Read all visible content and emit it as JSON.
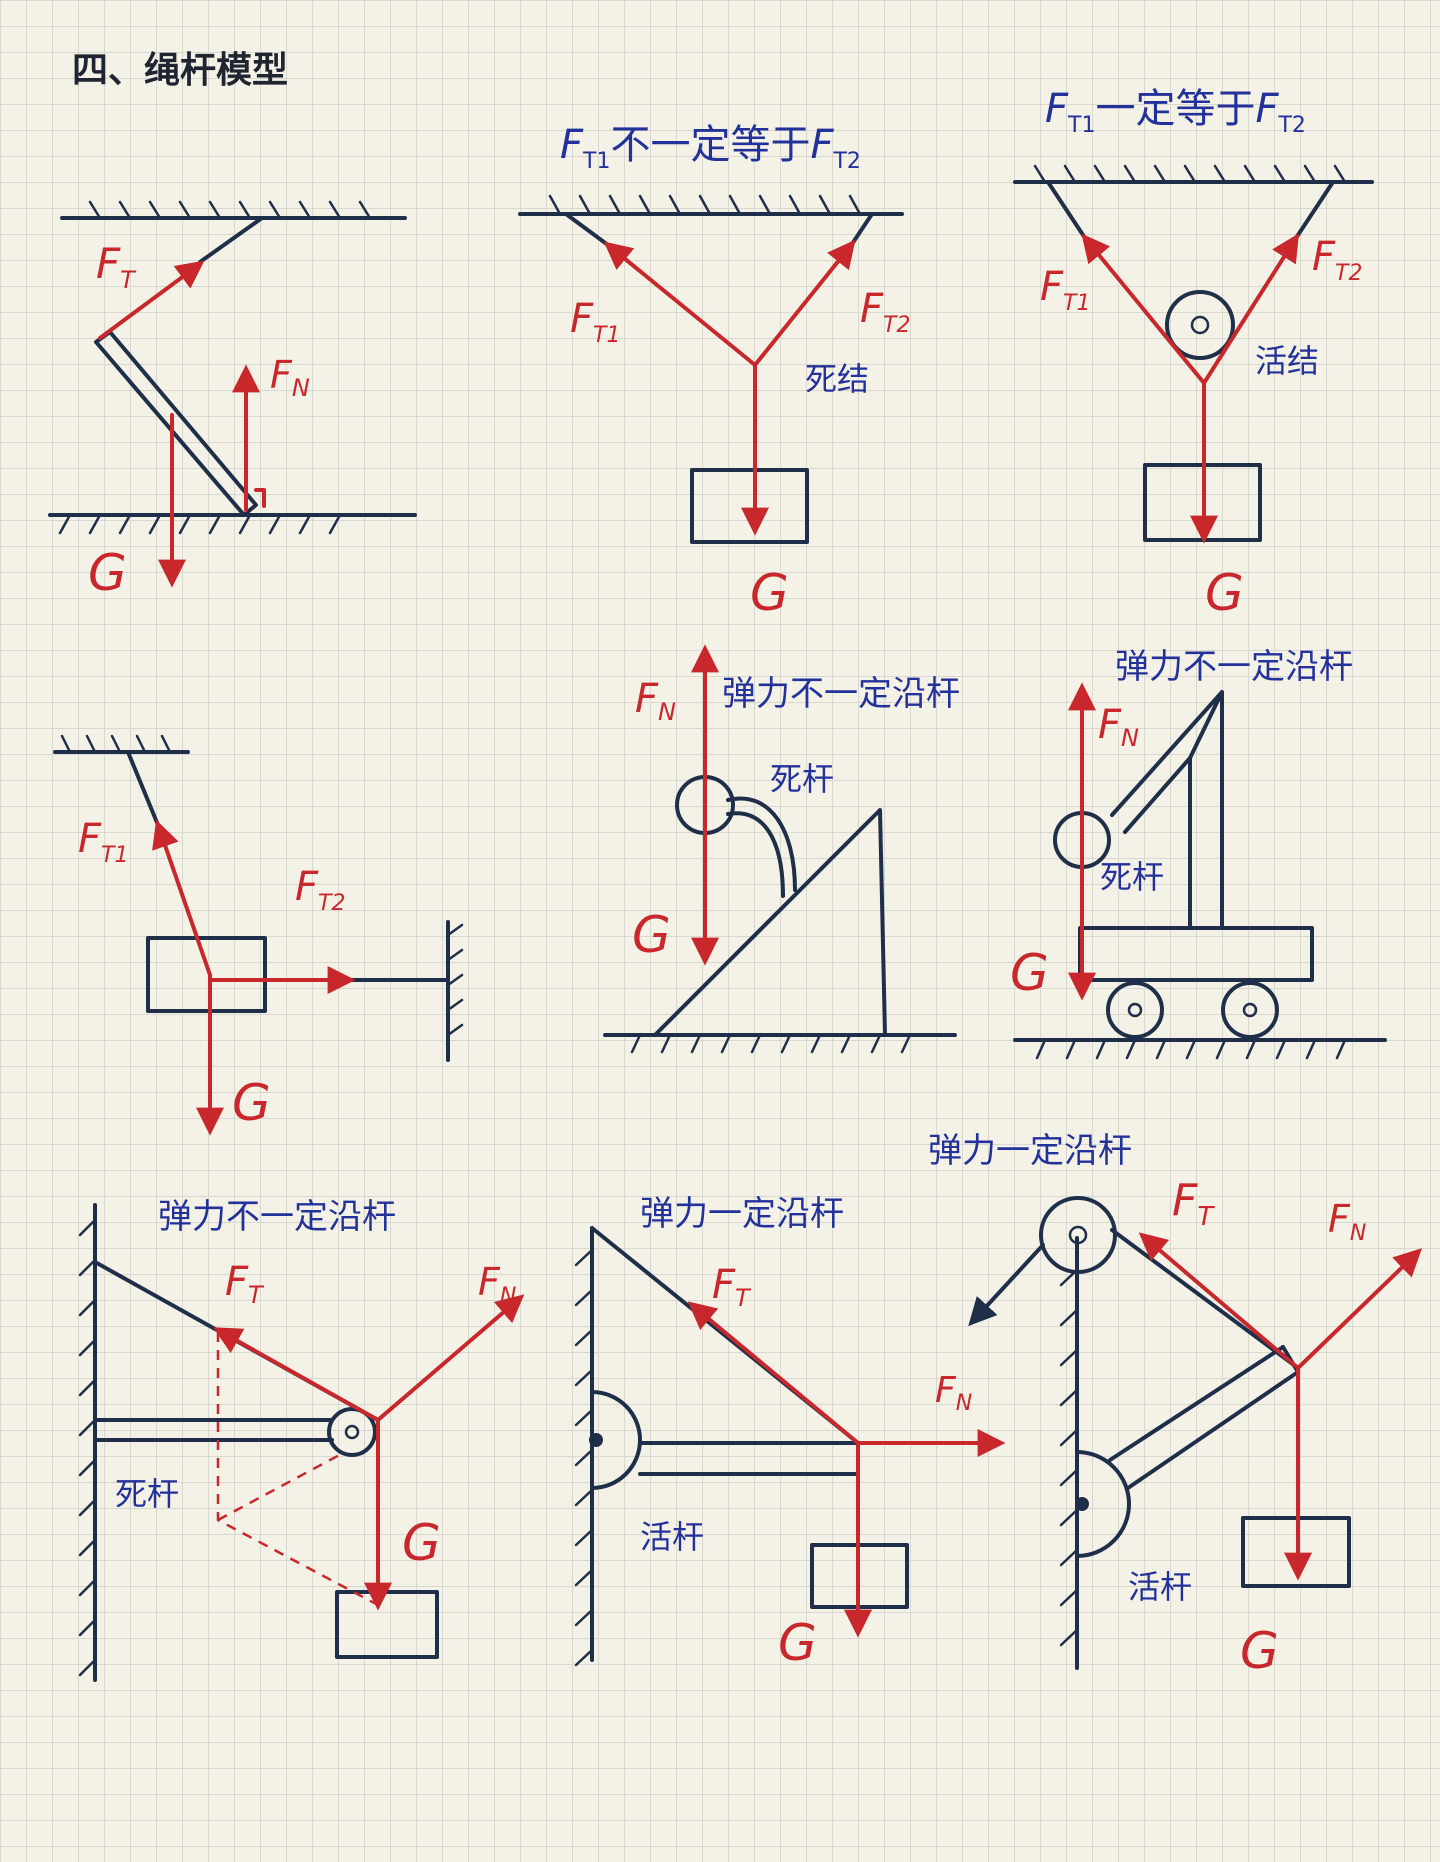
{
  "title": "四、绳杆模型",
  "labels": {
    "FT": "F",
    "T": "T",
    "T1": "T1",
    "T2": "T2",
    "FN_F": "F",
    "FN_N": "N",
    "G": "G"
  },
  "notes": {
    "not_equal": "不一定等于",
    "equal": "一定等于",
    "dead_knot": "死结",
    "live_knot": "活结",
    "not_along_rod": "弹力不一定沿杆",
    "along_rod": "弹力一定沿杆",
    "dead_rod": "死杆",
    "live_rod": "活杆"
  },
  "colors": {
    "ink": "#1f2f4a",
    "force": "#c8282c",
    "note": "#23319a",
    "paper": "#f4f1e6"
  }
}
